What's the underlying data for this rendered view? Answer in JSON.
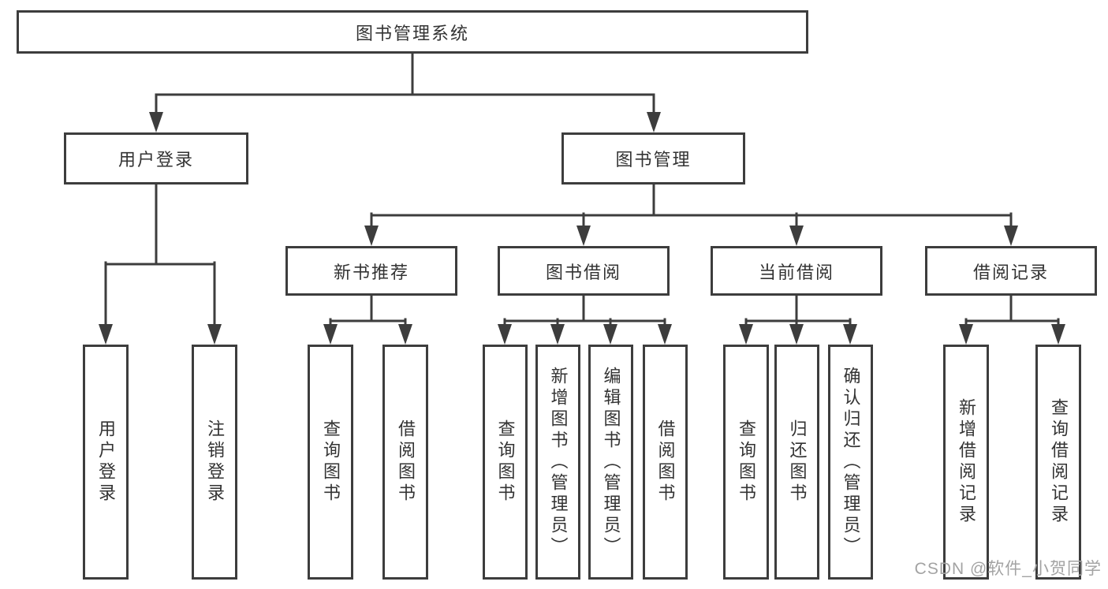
{
  "diagram": {
    "title_node": "图书管理系统",
    "colors": {
      "line": "#3d3d3d",
      "text": "#333333",
      "watermark": "#a3a3a3"
    },
    "nodes": {
      "root": {
        "label": "图书管理系统"
      },
      "user_login": {
        "label": "用户登录"
      },
      "book_management": {
        "label": "图书管理"
      },
      "new_book_recommend": {
        "label": "新书推荐"
      },
      "book_borrowing": {
        "label": "图书借阅"
      },
      "current_borrowing": {
        "label": "当前借阅"
      },
      "borrowing_records": {
        "label": "借阅记录"
      },
      "leaf_user_login": {
        "label": "用户登录"
      },
      "leaf_logout": {
        "label": "注销登录"
      },
      "leaf_nbr_query_books": {
        "label": "查询图书"
      },
      "leaf_nbr_borrow_books": {
        "label": "借阅图书"
      },
      "leaf_bb_query_books": {
        "label": "查询图书"
      },
      "leaf_bb_add_books": {
        "label": "新增图书（管理员）"
      },
      "leaf_bb_edit_books": {
        "label": "编辑图书（管理员）"
      },
      "leaf_bb_borrow_books": {
        "label": "借阅图书"
      },
      "leaf_cb_query_books": {
        "label": "查询图书"
      },
      "leaf_cb_return_books": {
        "label": "归还图书"
      },
      "leaf_cb_confirm_return": {
        "label": "确认归还（管理员）"
      },
      "leaf_br_add_record": {
        "label": "新增借阅记录"
      },
      "leaf_br_query_record": {
        "label": "查询借阅记录"
      }
    }
  },
  "watermark": {
    "text": "CSDN @软件_小贺同学"
  }
}
